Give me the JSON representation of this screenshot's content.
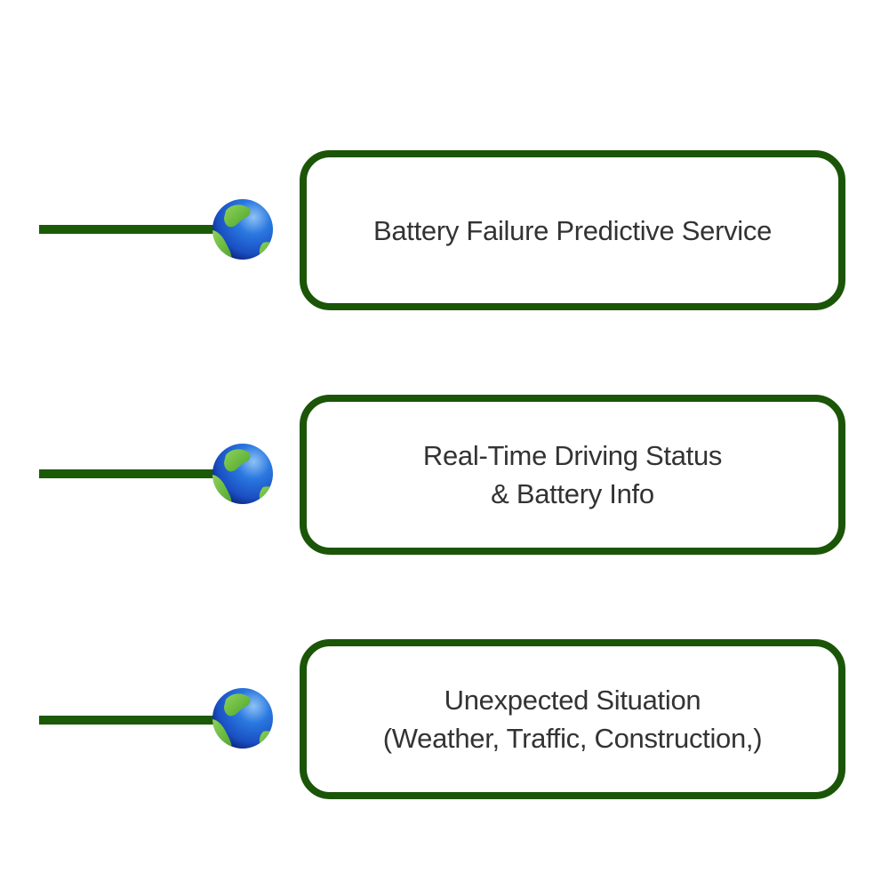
{
  "colors": {
    "border": "#1b5508",
    "connector": "#1b5a06",
    "text": "#333333",
    "globe_ocean": "#1f5fd6",
    "globe_land": "#6cc03a"
  },
  "items": [
    {
      "label": "Battery Failure Predictive Service",
      "icon": "globe-icon"
    },
    {
      "label": "Real-Time Driving Status\n& Battery Info",
      "icon": "globe-icon"
    },
    {
      "label": "Unexpected Situation\n(Weather, Traffic, Construction,)",
      "icon": "globe-icon"
    }
  ]
}
